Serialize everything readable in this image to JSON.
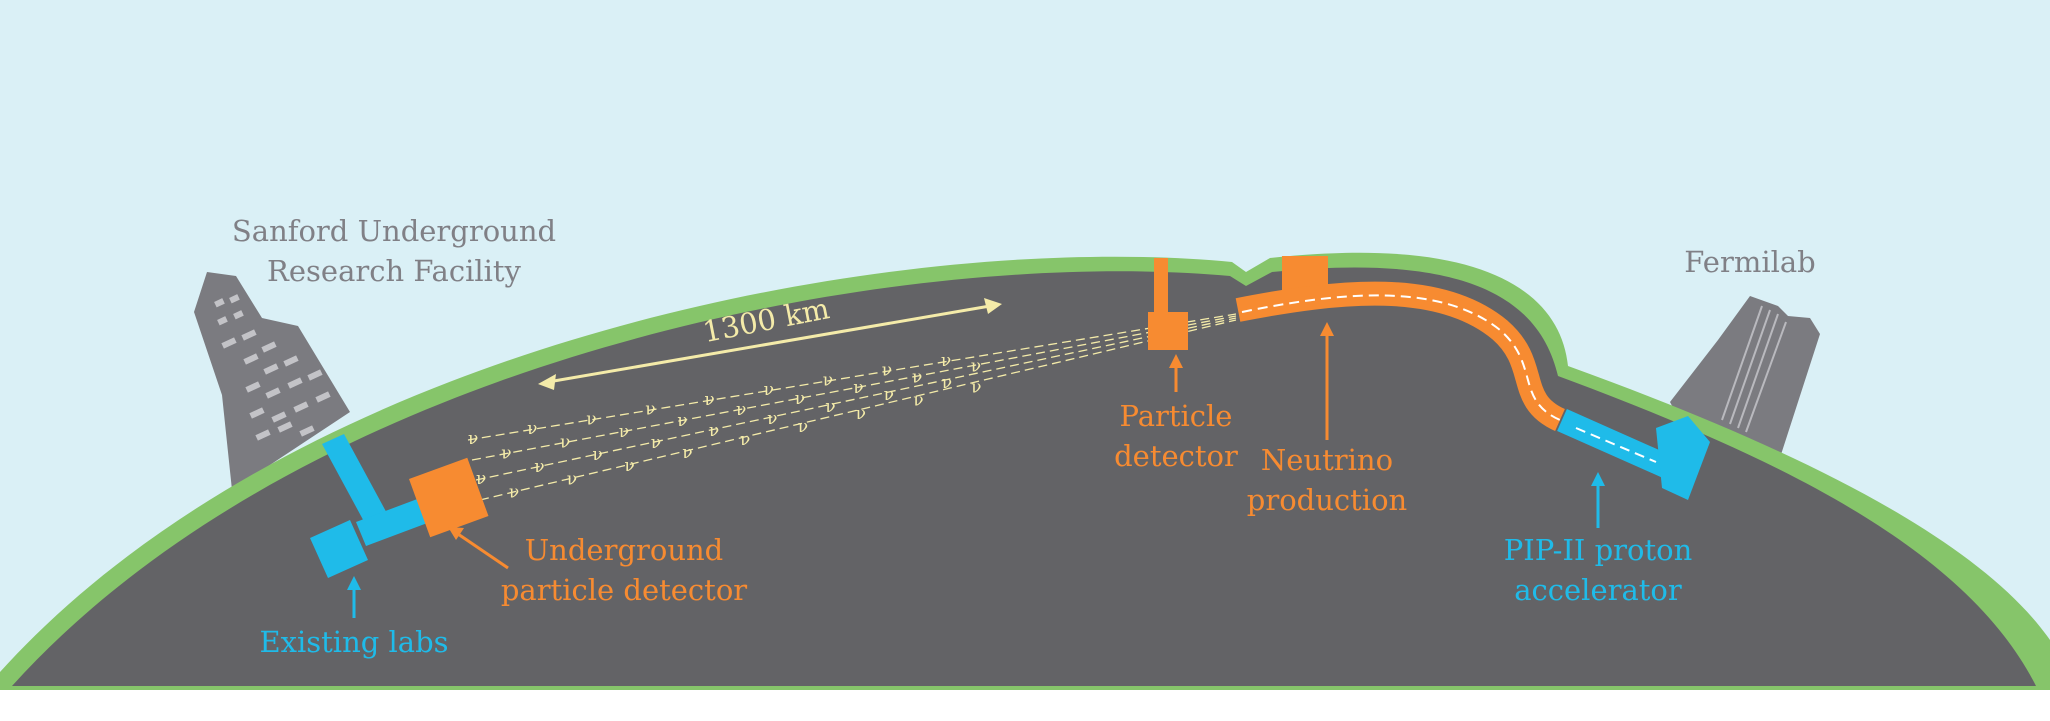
{
  "labels": {
    "sanford_line1": "Sanford Underground",
    "sanford_line2": "Research Facility",
    "fermilab": "Fermilab",
    "distance": "1300 km",
    "existing_labs": "Existing labs",
    "underground_line1": "Underground",
    "underground_line2": "particle detector",
    "particle_line1": "Particle",
    "particle_line2": "detector",
    "neutrino_line1": "Neutrino",
    "neutrino_line2": "production",
    "pip_line1": "PIP-II proton",
    "pip_line2": "accelerator"
  },
  "beam_symbol": "ν",
  "colors": {
    "sky": "#daf0f6",
    "earth": "#636366",
    "surface": "#86c56a",
    "detector": "#f78b31",
    "labs": "#1fbbe9",
    "beam": "#f4eba9",
    "label_gray": "#808086",
    "building": "#7b7b80"
  },
  "icons": {
    "sanford": "building-icon",
    "fermilab": "building-icon"
  }
}
